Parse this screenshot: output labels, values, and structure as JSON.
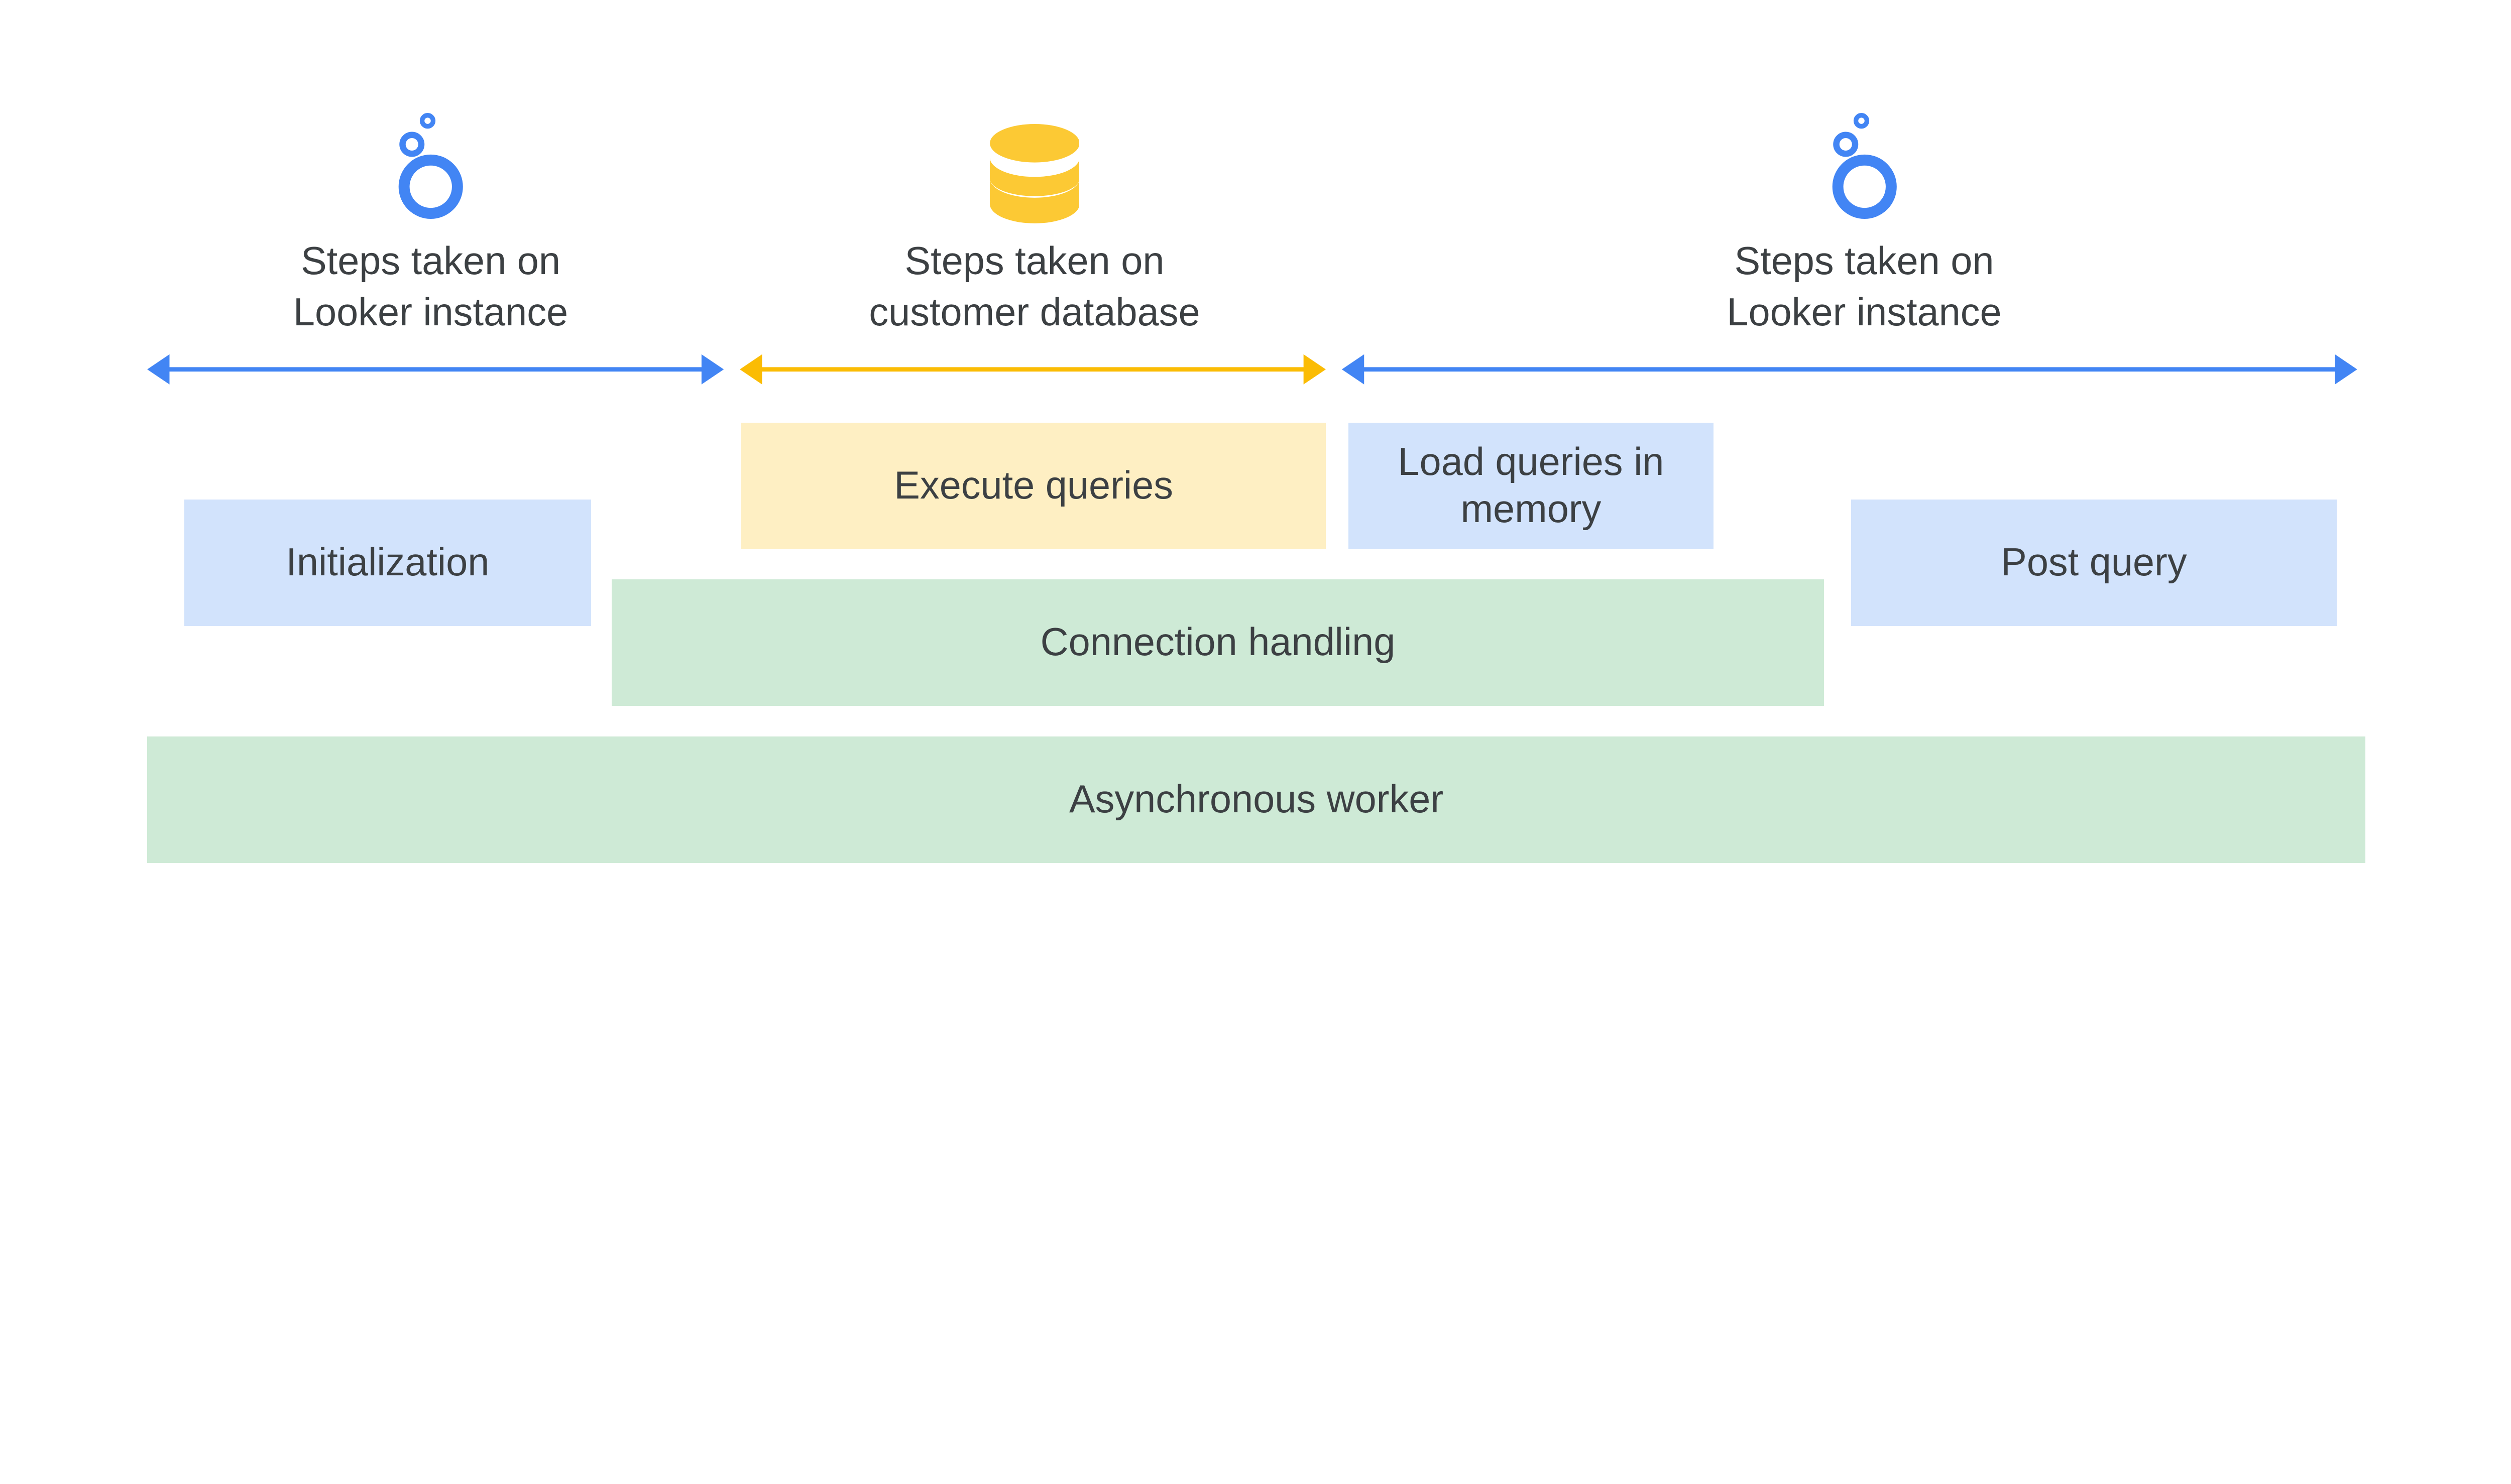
{
  "colors": {
    "looker_blue": "#4285f4",
    "database_yellow": "#fbbc04",
    "looker_box": "#d2e3fc",
    "database_box": "#feefc3",
    "worker_box": "#ceead6",
    "text": "#3c4043"
  },
  "sections": [
    {
      "icon": "looker-logo-icon",
      "line1": "Steps taken on",
      "line2": "Looker instance"
    },
    {
      "icon": "database-icon",
      "line1": "Steps taken on",
      "line2": "customer database"
    },
    {
      "icon": "looker-logo-icon",
      "line1": "Steps taken on",
      "line2": "Looker instance"
    }
  ],
  "boxes": {
    "initialization": "Initialization",
    "execute_queries": "Execute queries",
    "load_queries": "Load queries in memory",
    "post_query": "Post query",
    "connection_handling": "Connection handling",
    "async_worker": "Asynchronous worker"
  }
}
